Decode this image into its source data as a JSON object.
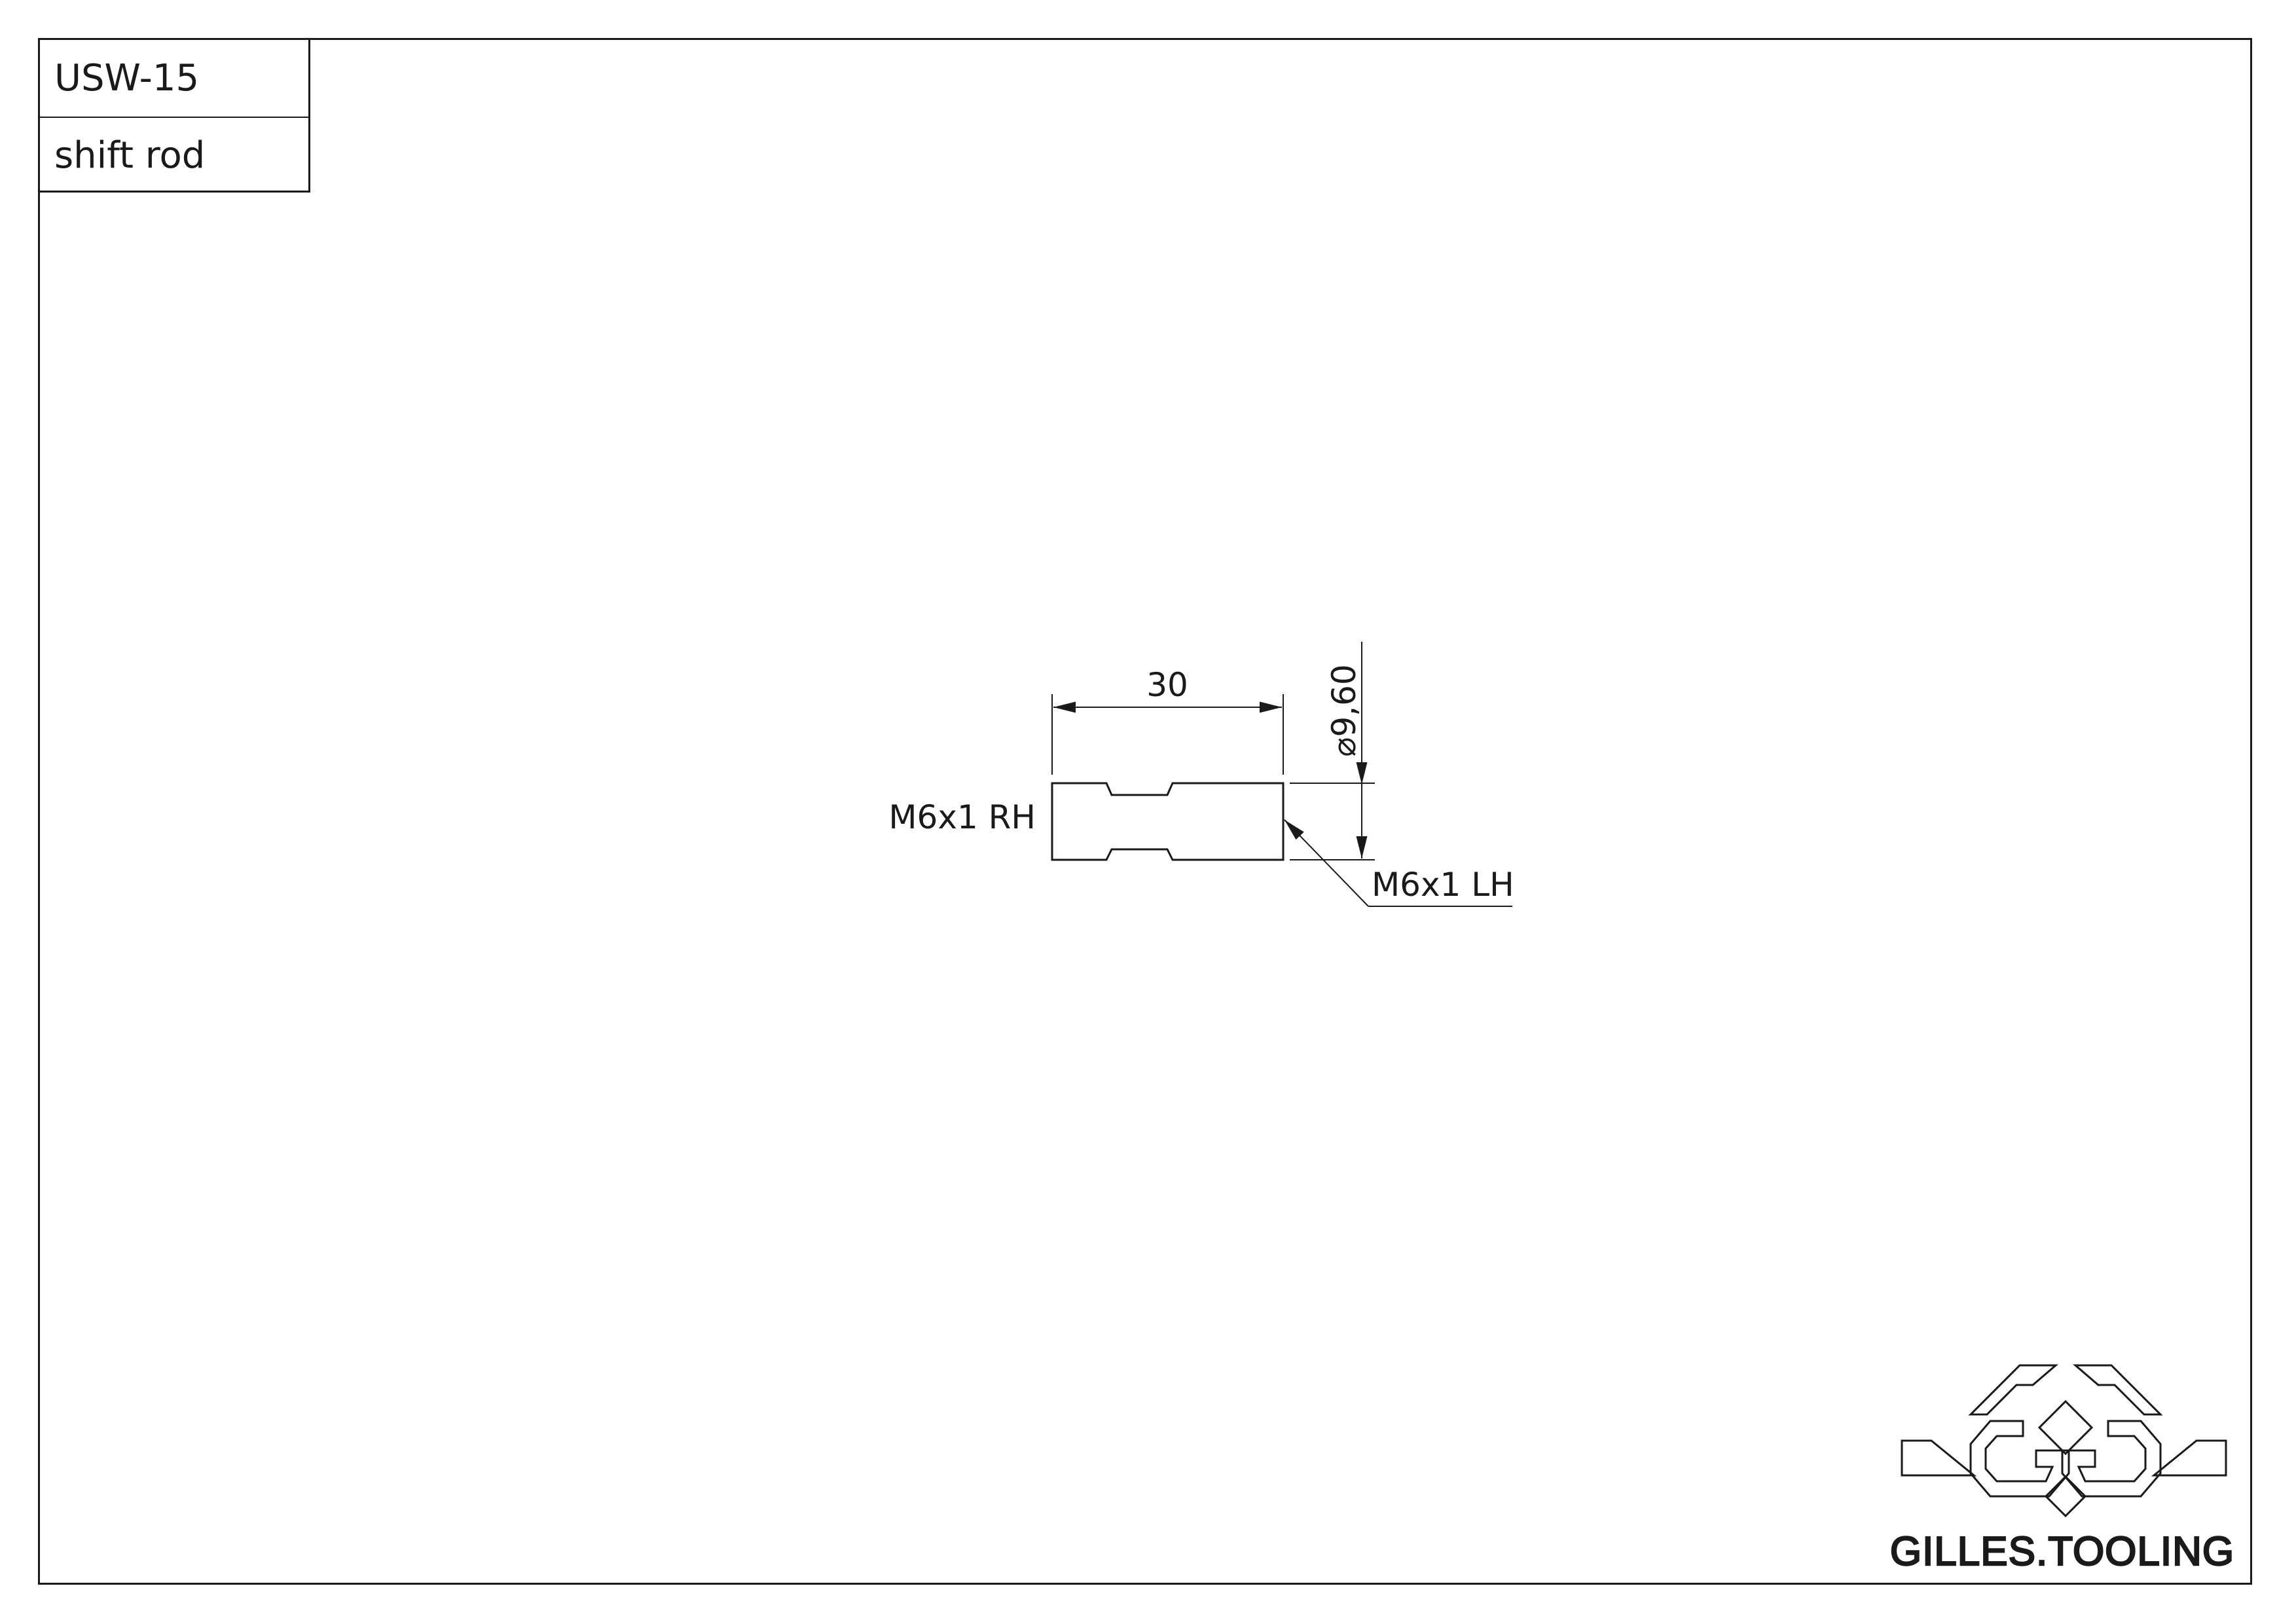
{
  "title_block": {
    "part_number": "USW-15",
    "part_name": "shift rod"
  },
  "drawing": {
    "length_dimension": "30",
    "diameter_dimension": "⌀9,60",
    "left_thread_callout": "M6x1 RH",
    "right_thread_callout": "M6x1 LH"
  },
  "logo": {
    "company": "GILLES.TOOLING"
  }
}
